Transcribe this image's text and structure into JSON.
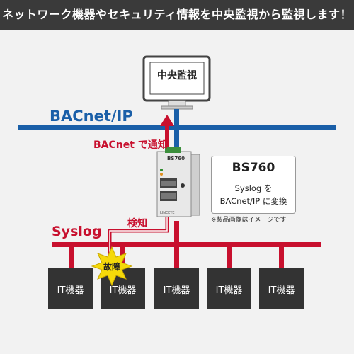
{
  "header": {
    "title": "ネットワーク機器やセキュリティ情報を中央監視から監視します！"
  },
  "monitor": {
    "label": "中央監視"
  },
  "networks": {
    "bacnet": "BACnet/IP",
    "syslog": "Syslog"
  },
  "flows": {
    "notify": "BACnet で通知",
    "detect": "検知"
  },
  "device": {
    "model_label": "BS760",
    "brand_label": "LINEEYE"
  },
  "info": {
    "title": "BS760",
    "line1": "Syslog を",
    "line2": "BACnet/IP に変換",
    "note": "※製品画像はイメージです"
  },
  "fault": {
    "label": "故障"
  },
  "it_devices": [
    "IT機器",
    "IT機器",
    "IT機器",
    "IT機器",
    "IT機器"
  ],
  "colors": {
    "blue": "#1a5fa8",
    "red": "#c8102e",
    "box": "#333333",
    "header": "#3a3a3a"
  }
}
